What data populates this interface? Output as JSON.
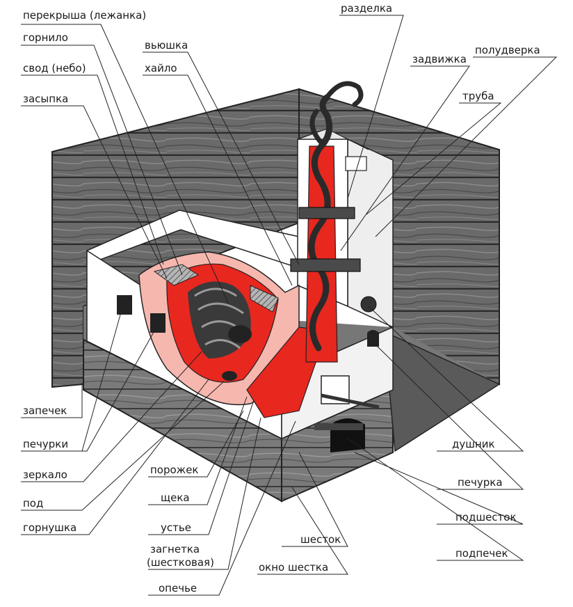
{
  "labels": {
    "perekrysha": "перекрыша (лежанка)",
    "gornilo": "горнило",
    "svod": "свод (небо)",
    "zasypka": "засыпка",
    "vyushka": "вьюшка",
    "khailo": "хайло",
    "razdelka": "разделка",
    "zadvizhka": "задвижка",
    "poludverka": "полудверка",
    "truba": "труба",
    "zapechek": "запечек",
    "pechurki": "печурки",
    "zerkalo": "зеркало",
    "pod": "под",
    "gornushka": "горнушка",
    "porozhek": "порожек",
    "shcheka": "щека",
    "uste": "устье",
    "zagnetka": "загнетка",
    "zagnetka2": "(шестковая)",
    "opeche": "опечье",
    "dushnik": "душник",
    "pechurka": "печурка",
    "podshestok": "подшесток",
    "podpechek": "подпечек",
    "shestok": "шесток",
    "okno_shestka": "окно шестка"
  },
  "colors": {
    "fire": "#e8271f",
    "fire_light": "#f6b7ae",
    "wood": "#5e5e5e",
    "wood_dark": "#333333",
    "wall_white": "#ffffff",
    "ink": "#1a1a1a"
  }
}
